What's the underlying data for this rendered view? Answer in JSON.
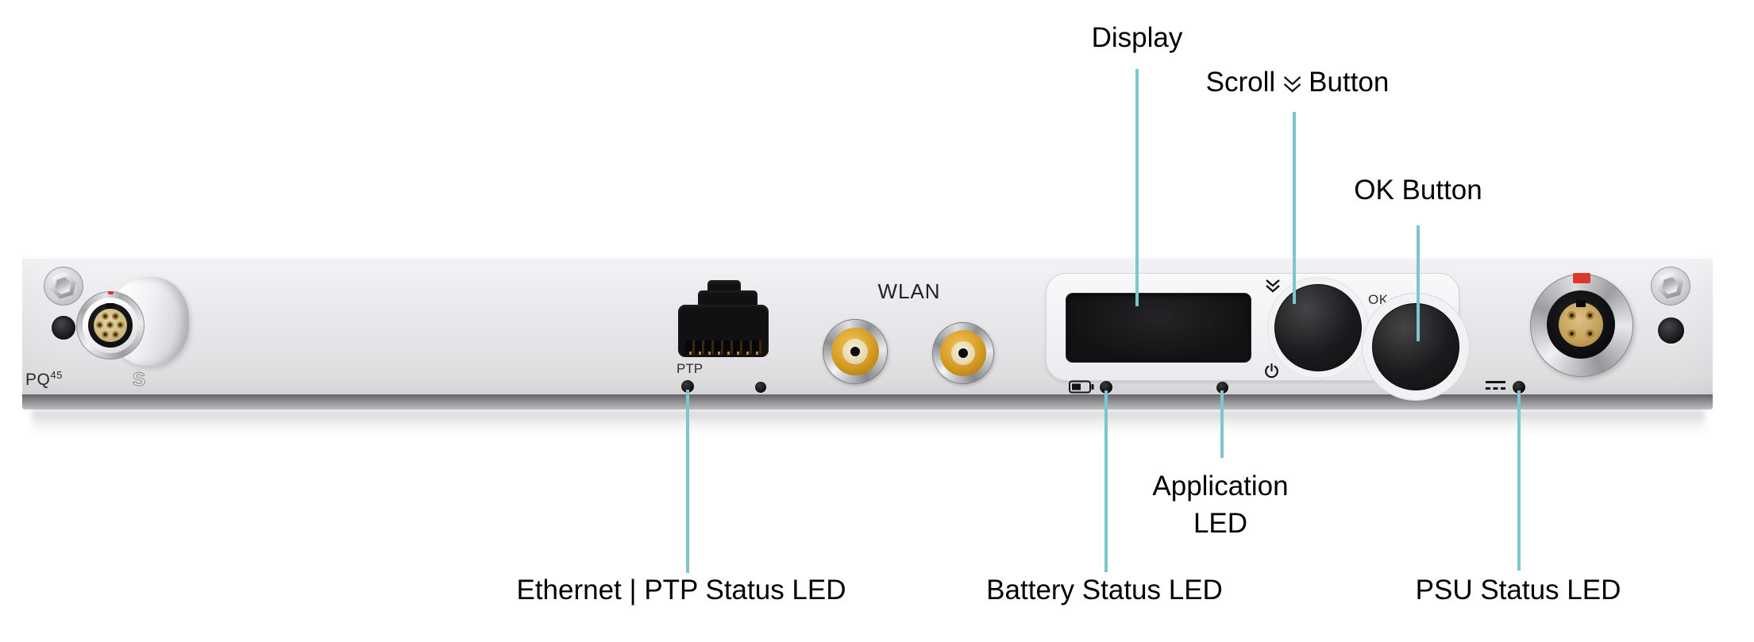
{
  "figure": {
    "callouts": {
      "display": "Display",
      "scroll_before": "Scroll",
      "scroll_after": "Button",
      "ok": "OK Button",
      "ethernet": "Ethernet | PTP Status LED",
      "battery": "Battery Status LED",
      "application_line1": "Application",
      "application_line2": "LED",
      "psu": "PSU Status LED"
    },
    "device": {
      "model": "PQ",
      "model_sup": "45",
      "connector_s": "S",
      "ptp": "PTP",
      "wlan": "WLAN",
      "ok": "OK"
    },
    "colors": {
      "callout_line": "#7cc7ce",
      "label_text": "#000000",
      "panel_face": "#e9e9ec",
      "connector_gold": "#d49a21",
      "index_mark_red": "#e0372b",
      "screen_black": "#141416"
    },
    "icons": {
      "scroll": "double-chevron-down",
      "power": "power-symbol",
      "battery": "battery-level",
      "dc": "dc-power-symbol"
    }
  }
}
